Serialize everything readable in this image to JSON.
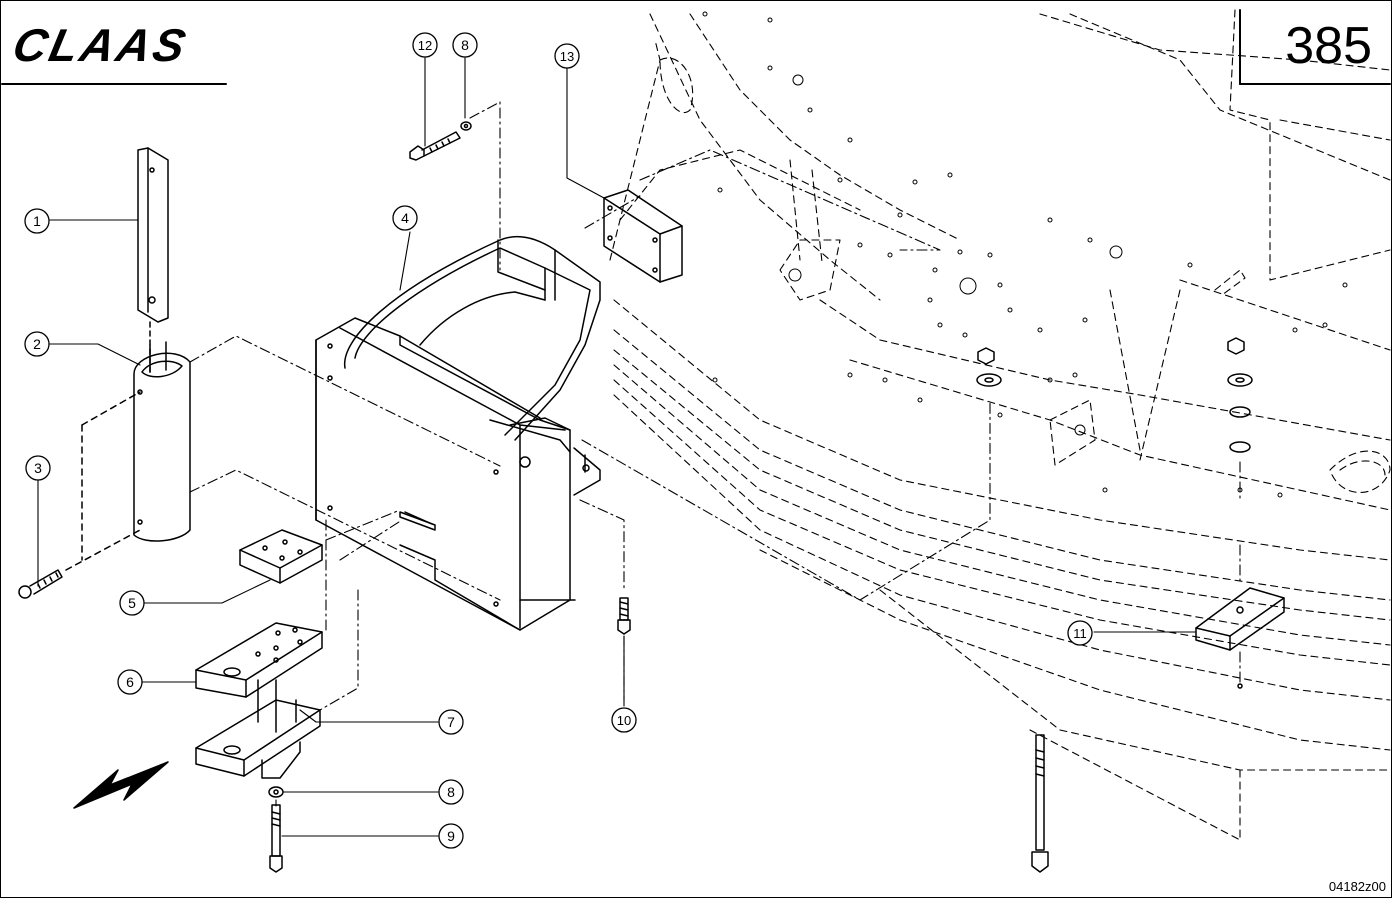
{
  "header": {
    "brand": "CLAAS",
    "page_number": "385"
  },
  "footer": {
    "drawing_id": "04182z00"
  },
  "callouts": [
    {
      "id": "c1",
      "label": "1"
    },
    {
      "id": "c2",
      "label": "2"
    },
    {
      "id": "c3",
      "label": "3"
    },
    {
      "id": "c4",
      "label": "4"
    },
    {
      "id": "c5",
      "label": "5"
    },
    {
      "id": "c6",
      "label": "6"
    },
    {
      "id": "c7",
      "label": "7"
    },
    {
      "id": "c8a",
      "label": "8"
    },
    {
      "id": "c8b",
      "label": "8"
    },
    {
      "id": "c9",
      "label": "9"
    },
    {
      "id": "c10",
      "label": "10"
    },
    {
      "id": "c11",
      "label": "11"
    },
    {
      "id": "c12",
      "label": "12"
    },
    {
      "id": "c13",
      "label": "13"
    }
  ],
  "colors": {
    "line": "#000000",
    "background": "#ffffff"
  }
}
